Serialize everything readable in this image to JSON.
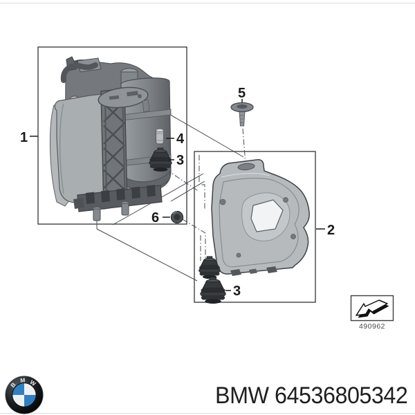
{
  "page": {
    "background": "#ffffff",
    "frame_line_color": "#dcdcdc"
  },
  "diagram": {
    "callouts": {
      "c1": "1",
      "c2": "2",
      "c3_upper": "3",
      "c3_lower": "3",
      "c4": "4",
      "c5": "5",
      "c6": "6"
    },
    "ref_box": {
      "code": "490962"
    }
  },
  "footer": {
    "part_label": "BMW 64536805342",
    "logo": {
      "letters": [
        "B",
        "M",
        "W"
      ],
      "blue": "#2f80c3",
      "ring_color": "#17191b"
    }
  },
  "colors": {
    "outline": "#45484b",
    "callout_text": "#1a1a1a",
    "part_fill_light": "#a9aeb1",
    "part_fill_mid": "#8a8f93",
    "part_fill_dark": "#2e3134"
  }
}
